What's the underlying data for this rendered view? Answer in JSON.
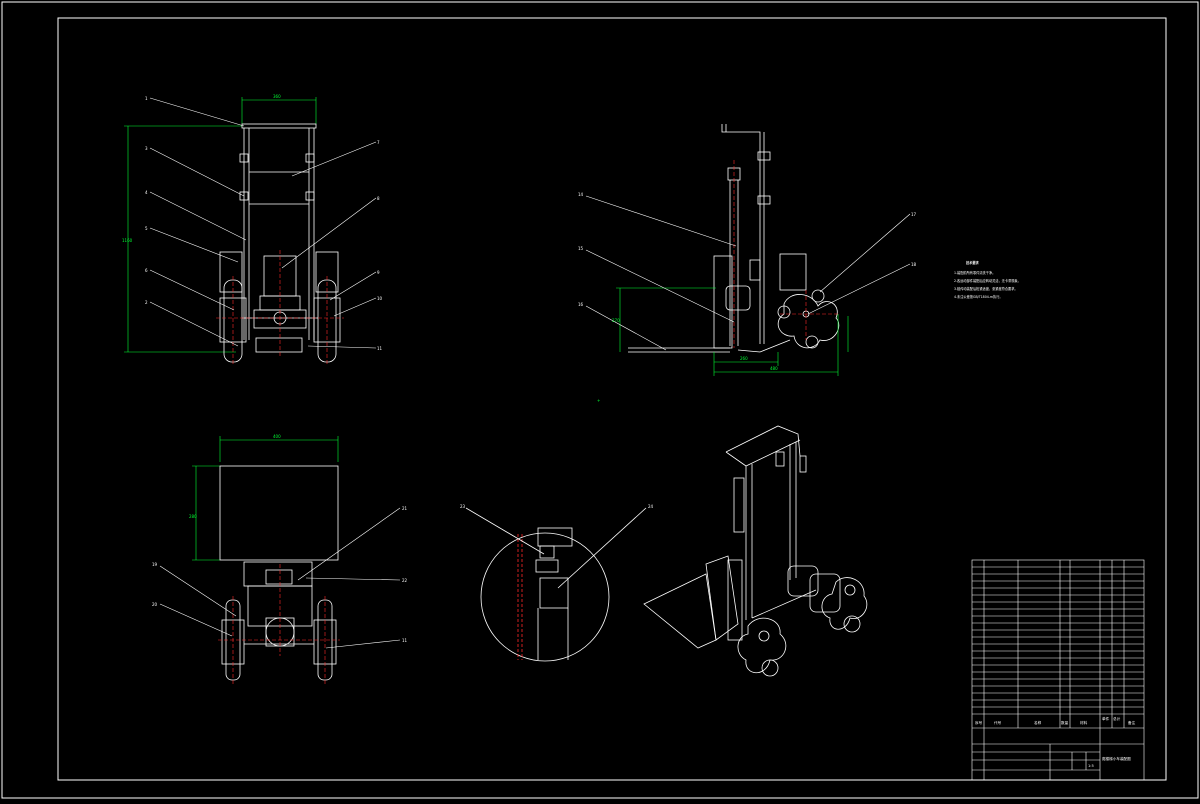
{
  "drawing": {
    "colors": {
      "background": "#000000",
      "line": "#ffffff",
      "dimension": "#00ff33",
      "centerline": "#ff2a2a"
    }
  },
  "views": {
    "front_balloons": [
      "1",
      "3",
      "4",
      "5",
      "6",
      "7",
      "8",
      "9",
      "10",
      "11",
      "2"
    ],
    "side_balloons": [
      "14",
      "15",
      "16",
      "17",
      "18"
    ],
    "top_balloons": [
      "19",
      "20",
      "21",
      "22"
    ],
    "detail_balloons": [
      "23",
      "24"
    ],
    "front_dims": {
      "width": "360",
      "height": "1160"
    },
    "top_dims": {
      "width": "400",
      "height": "280"
    },
    "side_dims": {
      "a": "270",
      "b": "480",
      "c": "260"
    }
  },
  "tech_notes": {
    "title": "技术要求",
    "lines": [
      "1.装配前所有零件清洗干净。",
      "2.各运动部件装配后应转动灵活，无卡滞现象。",
      "3.链传动装配后松紧适度，张紧度符合要求。",
      "4.未注公差按GB/T1804-m执行。"
    ]
  },
  "title_block": {
    "name": "爬楼梯小车装配图",
    "scale": "1:5",
    "headers": [
      "序号",
      "代号",
      "名称",
      "数量",
      "材料",
      "单件",
      "总计",
      "备注"
    ]
  }
}
